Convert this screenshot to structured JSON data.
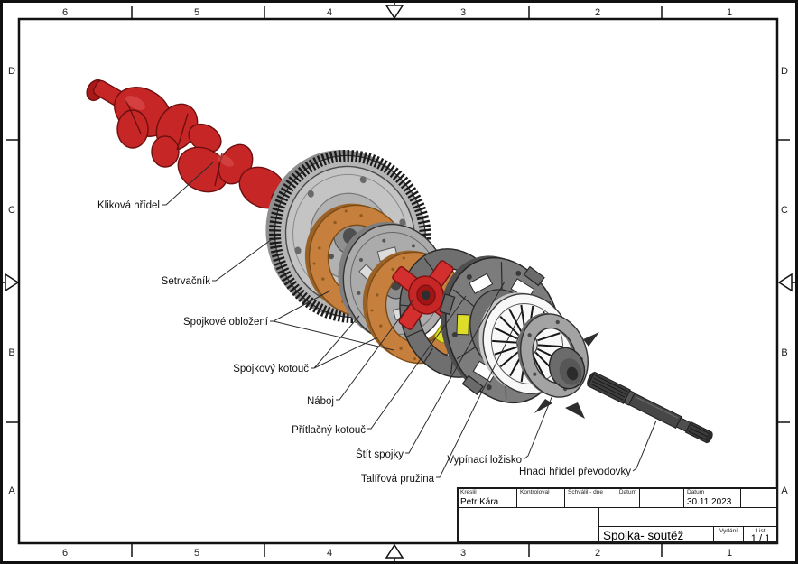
{
  "drawing_sheet": {
    "zones": {
      "top": [
        "6",
        "5",
        "4",
        "3",
        "2",
        "1"
      ],
      "bottom": [
        "6",
        "5",
        "4",
        "3",
        "2",
        "1"
      ],
      "left": [
        "D",
        "C",
        "B",
        "A"
      ],
      "right": [
        "D",
        "C",
        "B",
        "A"
      ]
    },
    "part_labels": [
      {
        "text": "Kliková hřídel"
      },
      {
        "text": "Setrvačník"
      },
      {
        "text": "Spojkové obložení"
      },
      {
        "text": "Spojkový kotouč"
      },
      {
        "text": "Náboj"
      },
      {
        "text": "Přítlačný kotouč"
      },
      {
        "text": "Štít spojky"
      },
      {
        "text": "Talířová pružina"
      },
      {
        "text": "Vypínací ložisko"
      },
      {
        "text": "Hnací hřídel převodovky"
      }
    ],
    "title_block": {
      "drawn_label": "Kreslil",
      "drawn_value": "Petr Kára",
      "checked_label": "Kontroloval",
      "approved_label": "Schválil - dne",
      "date_label": "Datum",
      "date2_label": "Datum",
      "date_value": "30.11.2023",
      "title": "Spojka- soutěž",
      "edition_label": "Vydání",
      "sheet_label": "List",
      "sheet_value": "1 / 1"
    },
    "colors": {
      "crankshaft_red": "#c62626",
      "hub_red": "#d32f2f",
      "friction_cork": "#c67f3d",
      "spring_yellow": "#dede2a",
      "steel_gray": "#7c7c7c",
      "diaphragm_white": "#f8f8f8"
    }
  }
}
